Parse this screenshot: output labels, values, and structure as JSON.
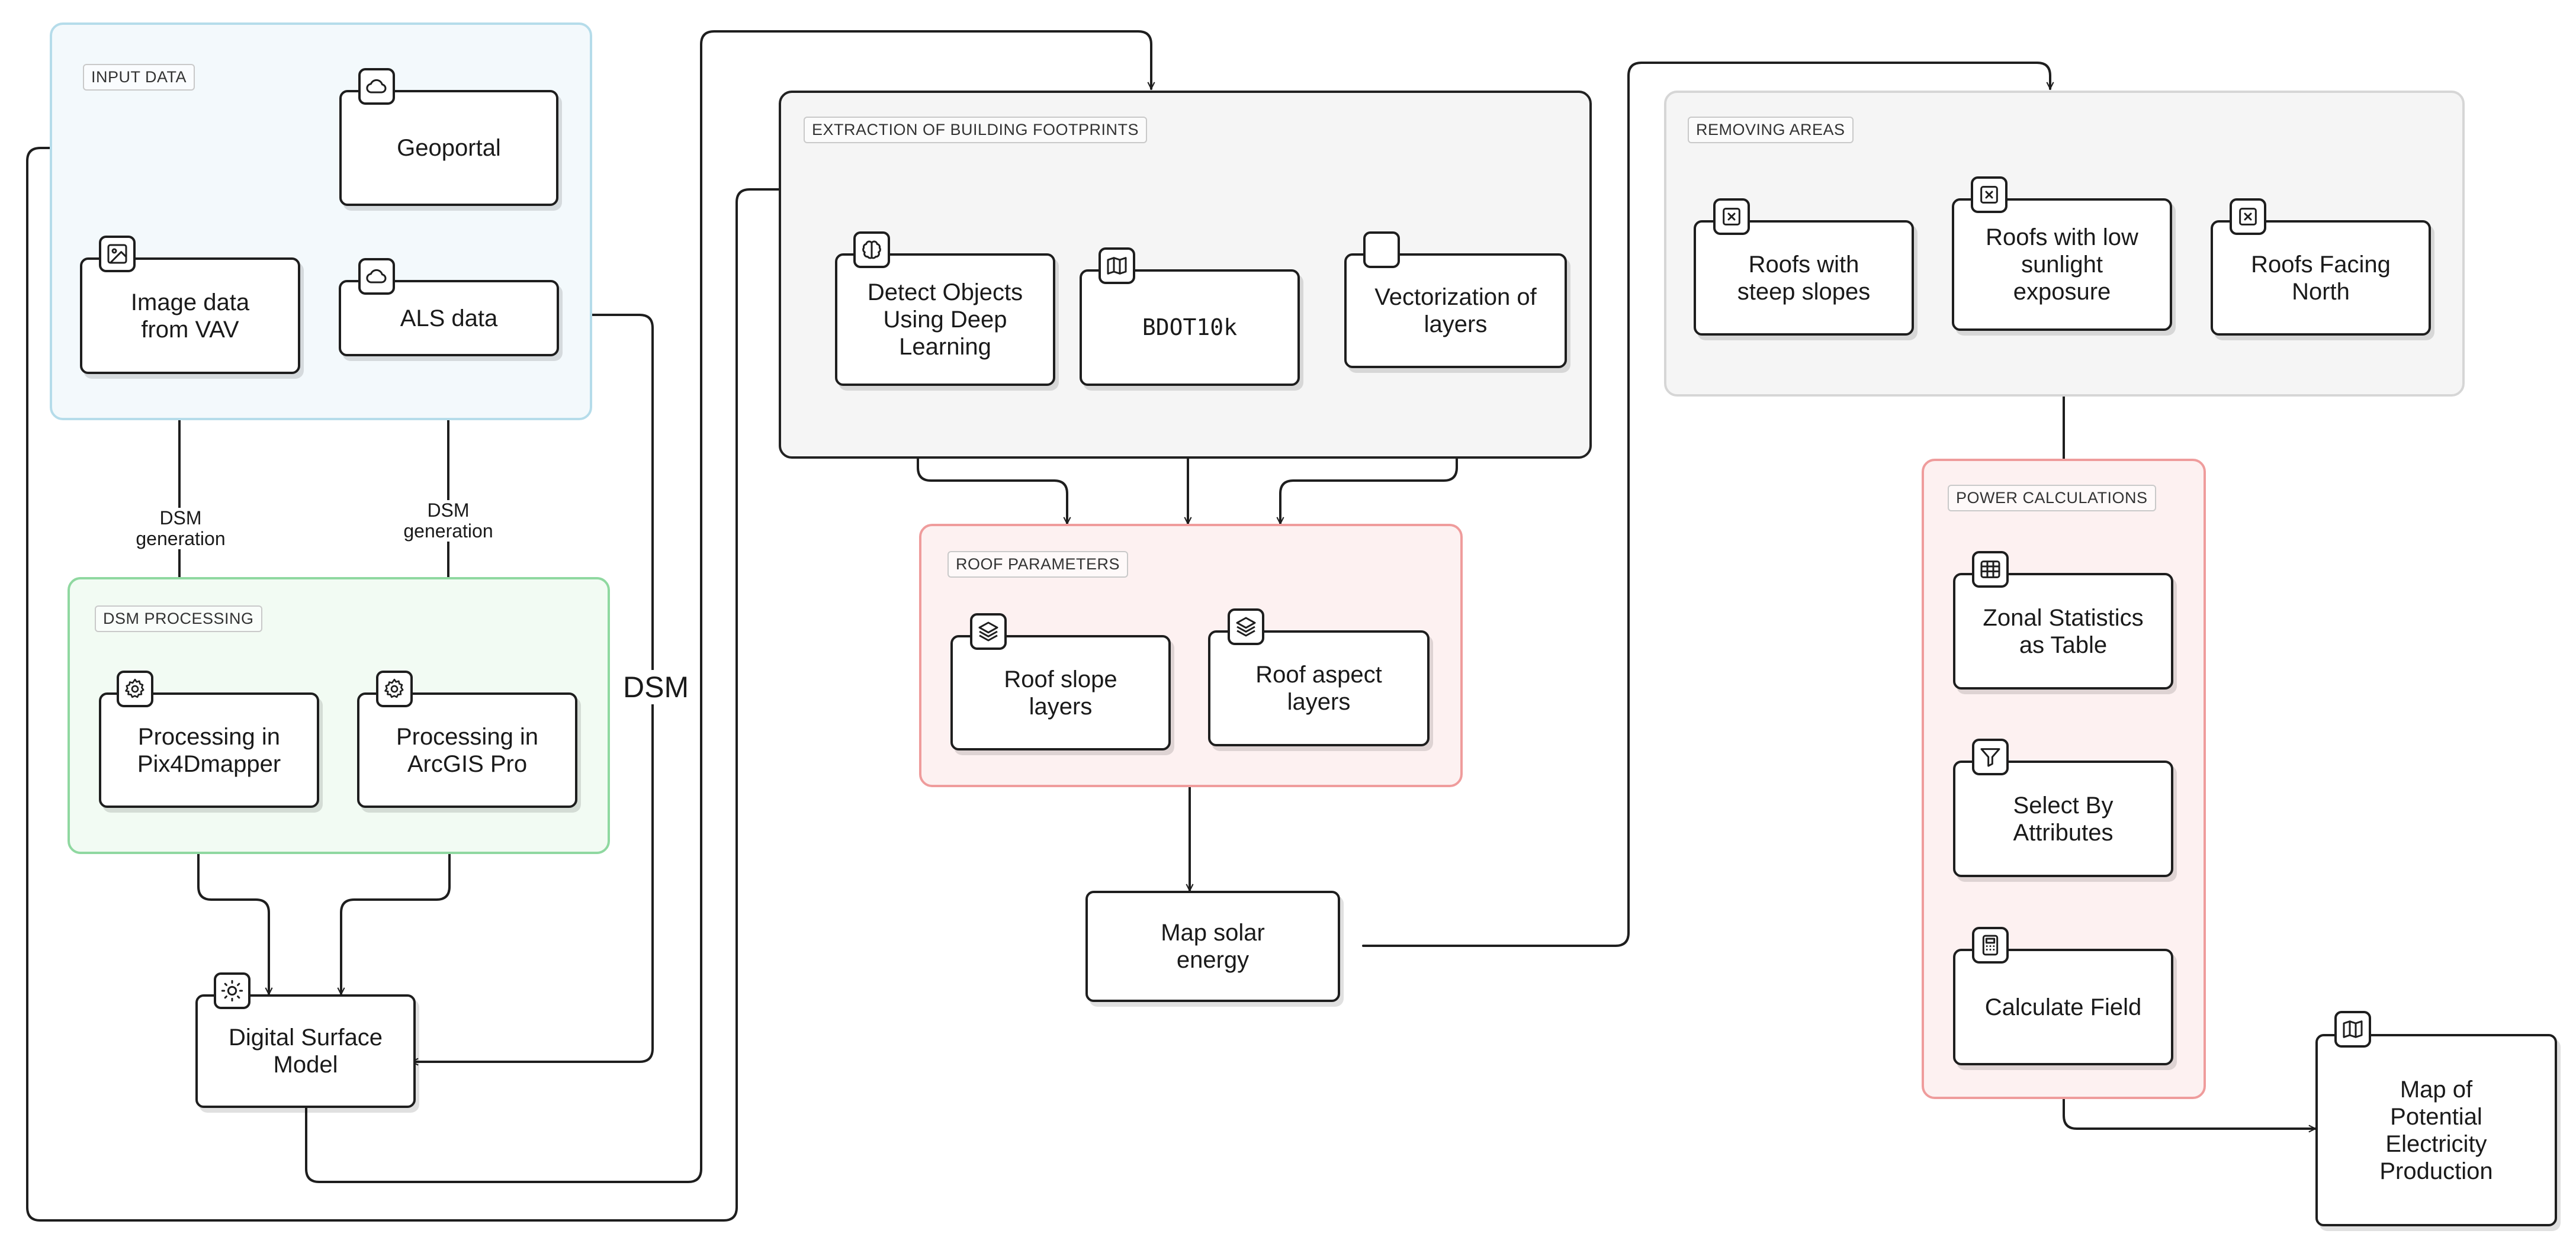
{
  "groups": {
    "input": "INPUT DATA",
    "dsm_processing": "DSM PROCESSING",
    "extraction": "EXTRACTION OF BUILDING FOOTPRINTS",
    "roof_parameters": "ROOF PARAMETERS",
    "removing_areas": "REMOVING AREAS",
    "power_calculations": "POWER CALCULATIONS"
  },
  "nodes": {
    "geoportal": "Geoportal",
    "image_data": "Image data\nfrom VAV",
    "als_data": "ALS data",
    "pix4d": "Processing in\nPix4Dmapper",
    "arcgis": "Processing in\nArcGIS Pro",
    "dsm_model": "Digital Surface\nModel",
    "detect_objects": "Detect Objects\nUsing Deep\nLearning",
    "bdot": "BDOT10k",
    "vectorization": "Vectorization of\nlayers",
    "roof_slope": "Roof slope\nlayers",
    "roof_aspect": "Roof aspect\nlayers",
    "map_solar": "Map solar\nenergy",
    "steep_slopes": "Roofs with\nsteep slopes",
    "low_sunlight": "Roofs with low\nsunlight\nexposure",
    "facing_north": "Roofs Facing\nNorth",
    "zonal": "Zonal Statistics\nas Table",
    "select_attr": "Select By\nAttributes",
    "calc_field": "Calculate Field",
    "map_potential": "Map of\nPotential\nElectricity\nProduction"
  },
  "edge_labels": {
    "dsm_gen_left": "DSM\ngeneration",
    "dsm_gen_right": "DSM\ngeneration",
    "dsm": "DSM"
  },
  "icons": {
    "geoportal": "cloud-icon",
    "image_data": "image-icon",
    "als_data": "cloud-icon",
    "pix4d": "gear-icon",
    "arcgis": "gear-icon",
    "dsm_model": "sun-icon",
    "detect_objects": "brain-icon",
    "bdot": "map-icon",
    "vectorization": "blank-icon",
    "roof_slope": "layers-icon",
    "roof_aspect": "layers-icon",
    "steep_slopes": "close-box-icon",
    "low_sunlight": "close-box-icon",
    "facing_north": "close-box-icon",
    "zonal": "table-icon",
    "select_attr": "filter-icon",
    "calc_field": "calculator-icon",
    "map_potential": "map-icon"
  },
  "colors": {
    "input_fill": "#f3f9fc",
    "dsm_fill": "#f2fbf3",
    "roof_fill": "#fdf1f1",
    "grey_fill": "#f5f5f5",
    "stroke": "#1e1e1e"
  }
}
